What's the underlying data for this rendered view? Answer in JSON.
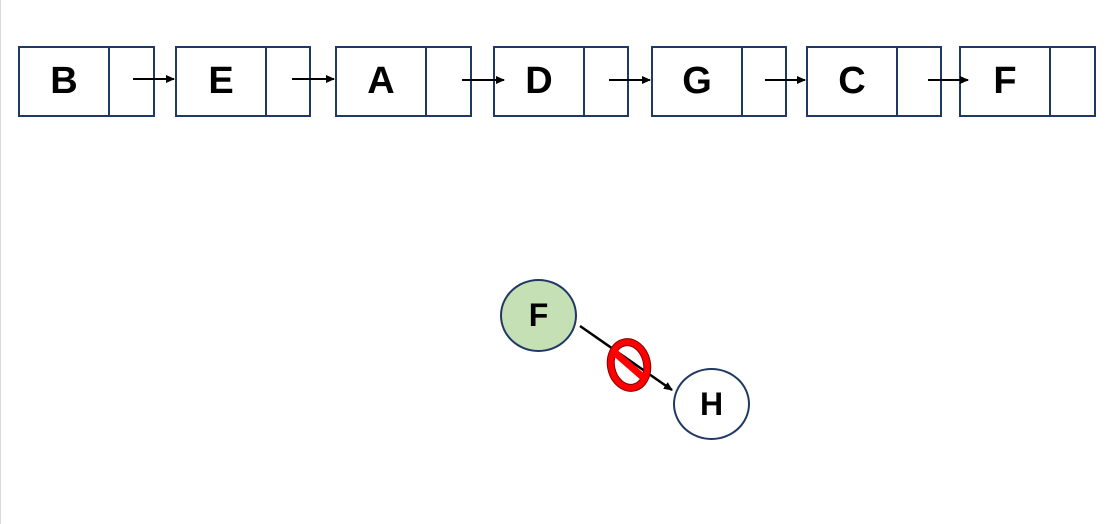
{
  "linked_list": {
    "nodes": [
      {
        "label": "B"
      },
      {
        "label": "E"
      },
      {
        "label": "A"
      },
      {
        "label": "D"
      },
      {
        "label": "G"
      },
      {
        "label": "C"
      },
      {
        "label": "F"
      }
    ]
  },
  "tree": {
    "parent": {
      "label": "F",
      "fill": "#c5e0b4"
    },
    "child": {
      "label": "H",
      "fill": "#ffffff"
    },
    "edge_blocked": true,
    "prohibition_color": "#ff0000"
  },
  "colors": {
    "node_border": "#1f3864",
    "arrow": "#000000"
  }
}
